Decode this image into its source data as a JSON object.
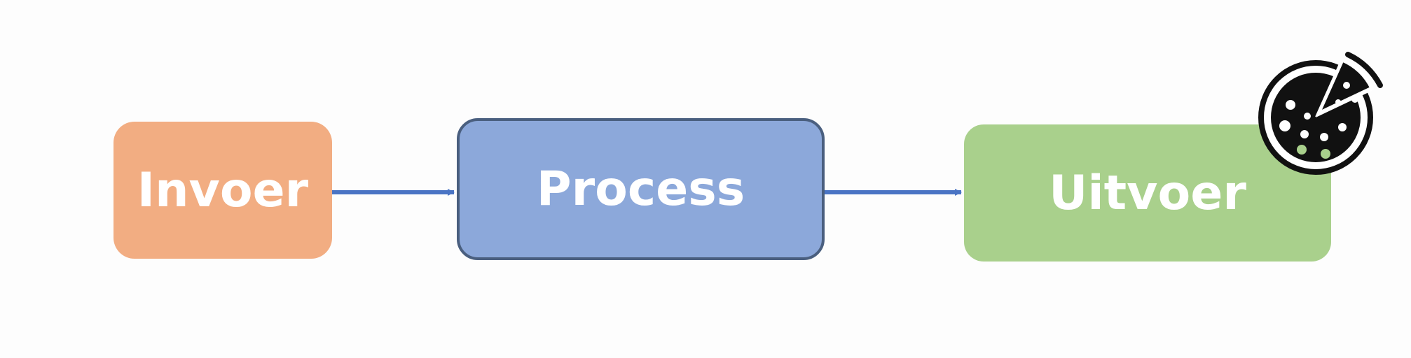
{
  "diagram": {
    "nodes": [
      {
        "id": "input",
        "label": "Invoer"
      },
      {
        "id": "process",
        "label": "Process"
      },
      {
        "id": "output",
        "label": "Uitvoer"
      }
    ],
    "edges": [
      {
        "from": "input",
        "to": "process"
      },
      {
        "from": "process",
        "to": "output"
      }
    ]
  },
  "icons": {
    "badge": "pizza-icon"
  },
  "colors": {
    "input_fill": "#f2ad82",
    "process_fill": "#8ca8da",
    "process_border": "#4a5f7f",
    "output_fill": "#a9d08c",
    "arrow": "#4a74c4"
  }
}
